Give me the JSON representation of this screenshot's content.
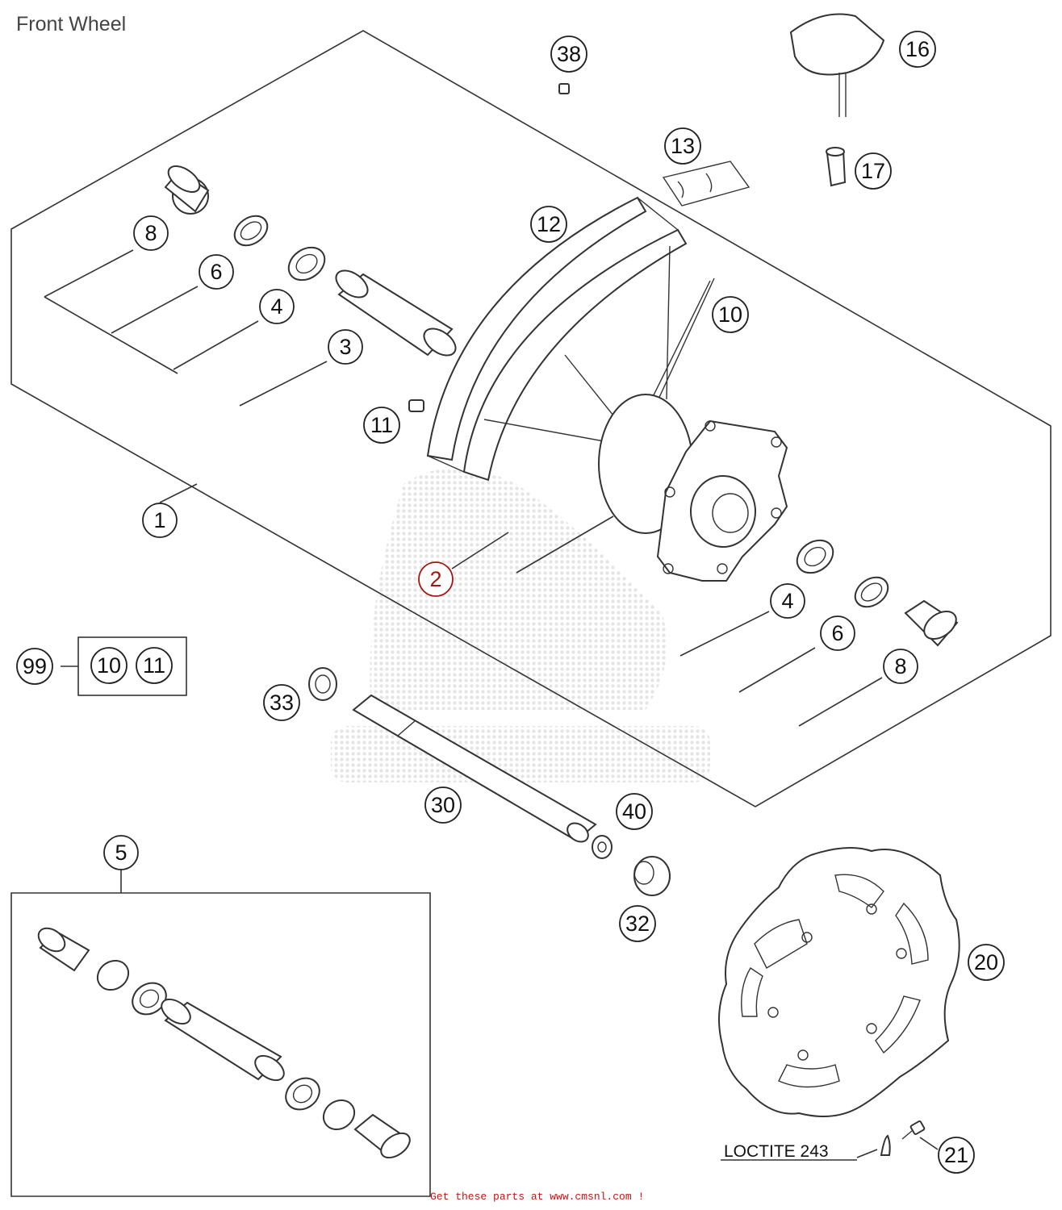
{
  "title": "Front Wheel",
  "footer": "Get these parts at www.cmsnl.com !",
  "loctite_label": "LOCTITE 243",
  "callouts": [
    {
      "id": "c38",
      "text": "38"
    },
    {
      "id": "c16",
      "text": "16"
    },
    {
      "id": "c13",
      "text": "13"
    },
    {
      "id": "c17",
      "text": "17"
    },
    {
      "id": "c12",
      "text": "12"
    },
    {
      "id": "c8a",
      "text": "8"
    },
    {
      "id": "c6a",
      "text": "6"
    },
    {
      "id": "c4a",
      "text": "4"
    },
    {
      "id": "c3",
      "text": "3"
    },
    {
      "id": "c10",
      "text": "10"
    },
    {
      "id": "c11",
      "text": "11"
    },
    {
      "id": "c1",
      "text": "1"
    },
    {
      "id": "c2",
      "text": "2"
    },
    {
      "id": "c4b",
      "text": "4"
    },
    {
      "id": "c6b",
      "text": "6"
    },
    {
      "id": "c8b",
      "text": "8"
    },
    {
      "id": "c99",
      "text": "99"
    },
    {
      "id": "c99a",
      "text": "10"
    },
    {
      "id": "c99b",
      "text": "11"
    },
    {
      "id": "c33",
      "text": "33"
    },
    {
      "id": "c30",
      "text": "30"
    },
    {
      "id": "c40",
      "text": "40"
    },
    {
      "id": "c5",
      "text": "5"
    },
    {
      "id": "c32",
      "text": "32"
    },
    {
      "id": "c20",
      "text": "20"
    },
    {
      "id": "c21",
      "text": "21"
    }
  ]
}
